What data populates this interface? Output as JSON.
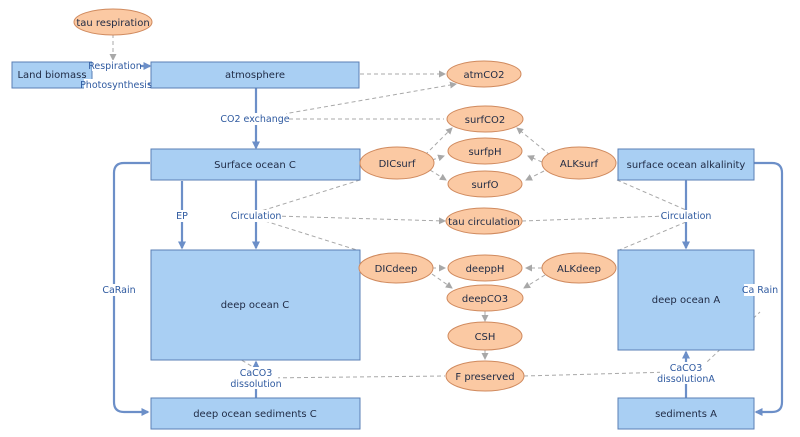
{
  "stocks": {
    "land_biomass": "Land biomass",
    "atmosphere": "atmosphere",
    "surface_ocean_c": "Surface ocean C",
    "deep_ocean_c": "deep ocean C",
    "deep_ocean_sediments_c": "deep ocean sediments C",
    "surface_ocean_alkalinity": "surface ocean alkalinity",
    "deep_ocean_a": "deep ocean A",
    "sediments_a": "sediments A"
  },
  "variables": {
    "tau_respiration": "tau respiration",
    "atmco2": "atmCO2",
    "surfco2": "surfCO2",
    "dicsurf": "DICsurf",
    "surfph": "surfpH",
    "surfo": "surfO",
    "alksurf": "ALKsurf",
    "tau_circulation": "tau circulation",
    "dicdeep": "DICdeep",
    "deepph": "deeppH",
    "alkdeep": "ALKdeep",
    "deepco3": "deepCO3",
    "csh": "CSH",
    "f_preserved": "F preserved"
  },
  "flows": {
    "respiration": "Respiration",
    "photosynthesis": "Photosynthesis",
    "co2_exchange": "CO2 exchange",
    "ep": "EP",
    "circulation_left": "Circulation",
    "circulation_right": "Circulation",
    "carain": "CaRain",
    "ca_rain": "Ca Rain",
    "caco3_dissolution_1": "CaCO3",
    "caco3_dissolution_2": "dissolution",
    "caco3_dissolution_a_1": "CaCO3",
    "caco3_dissolution_a_2": "dissolutionA"
  },
  "colors": {
    "stock_fill": "#a9cff3",
    "stock_border": "#5a7fb5",
    "variable_fill": "#fbc9a3",
    "variable_border": "#d08a5e",
    "flow_line": "#6c8fc8",
    "link_line": "#a8a8a8",
    "label_text": "#2f5aa0"
  }
}
